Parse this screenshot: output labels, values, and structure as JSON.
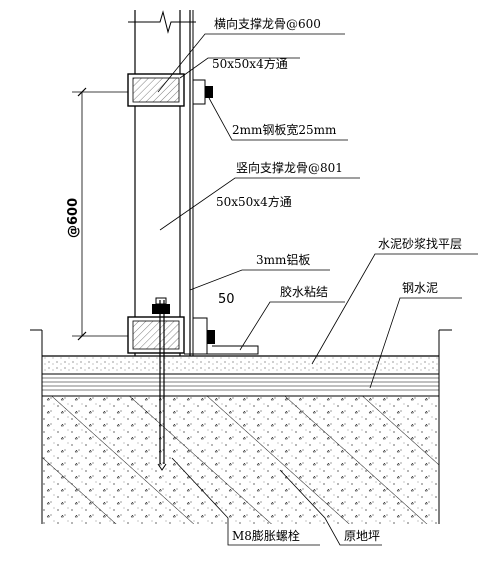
{
  "labels": {
    "horizontal_keel": "横向支撑龙骨@600",
    "horizontal_tube": "50x50x4方通",
    "steel_plate": "2mm钢板宽25mm",
    "vertical_keel": "竖向支撑龙骨@801",
    "vertical_tube": "50x50x4方通",
    "aluminum_plate": "3mm铝板",
    "cement_mortar": "水泥砂浆找平层",
    "glue_bond": "胶水粘结",
    "plain_concrete": "钢水泥",
    "anchor_bolt": "M8膨胀螺栓",
    "original_floor": "原地坪",
    "dimension_600": "@600",
    "dimension_50": "50"
  }
}
